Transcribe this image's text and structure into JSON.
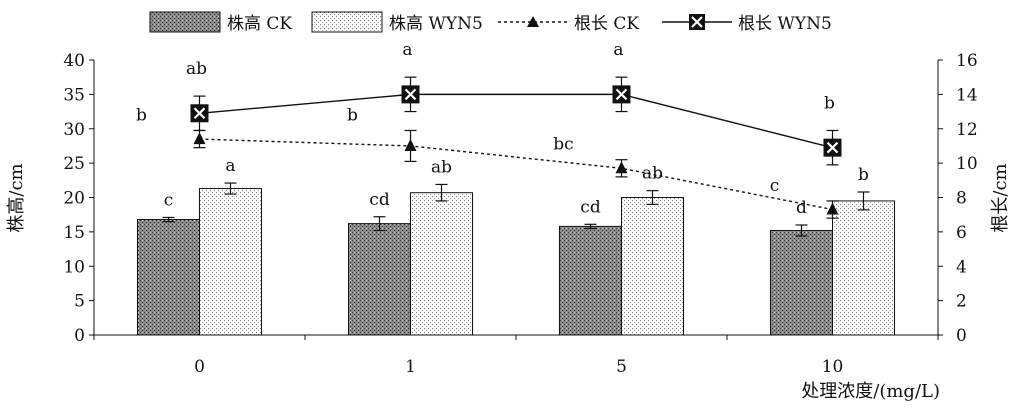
{
  "chart_data": {
    "type": "bar",
    "categories": [
      "0",
      "1",
      "5",
      "10"
    ],
    "xlabel": "处理浓度/(mg/L)",
    "ylabel_left": "株高/cm",
    "ylabel_right": "根长/cm",
    "ylim_left": [
      0,
      40
    ],
    "ylim_right": [
      0,
      16
    ],
    "yticks_left": [
      "0",
      "5",
      "10",
      "15",
      "20",
      "25",
      "30",
      "35",
      "40"
    ],
    "yticks_right": [
      "0",
      "2",
      "4",
      "6",
      "8",
      "10",
      "12",
      "14",
      "16"
    ],
    "grid": false,
    "legend_position": "top",
    "bar_series": [
      {
        "name": "株高 CK",
        "axis": "left",
        "values": [
          16.8,
          16.2,
          15.8,
          15.2
        ],
        "errors": [
          0.3,
          1.0,
          0.3,
          0.8
        ],
        "letters": [
          "c",
          "cd",
          "cd",
          "d"
        ]
      },
      {
        "name": "株高 WYN5",
        "axis": "left",
        "values": [
          21.3,
          20.7,
          20.0,
          19.5
        ],
        "errors": [
          0.8,
          1.2,
          1.0,
          1.3
        ],
        "letters": [
          "a",
          "ab",
          "ab",
          "b"
        ]
      }
    ],
    "line_series": [
      {
        "name": "根长 CK",
        "axis": "right",
        "style": "dashed",
        "marker": "triangle",
        "values": [
          11.4,
          11.0,
          9.7,
          7.3
        ],
        "errors": [
          0.5,
          0.9,
          0.5,
          0.5
        ],
        "letters": [
          "b",
          "b",
          "bc",
          "c"
        ]
      },
      {
        "name": "根长 WYN5",
        "axis": "right",
        "style": "solid",
        "marker": "x-box",
        "values": [
          12.9,
          14.0,
          14.0,
          10.9
        ],
        "errors": [
          1.0,
          1.0,
          1.0,
          1.0
        ],
        "letters": [
          "ab",
          "a",
          "a",
          "b"
        ]
      }
    ]
  }
}
